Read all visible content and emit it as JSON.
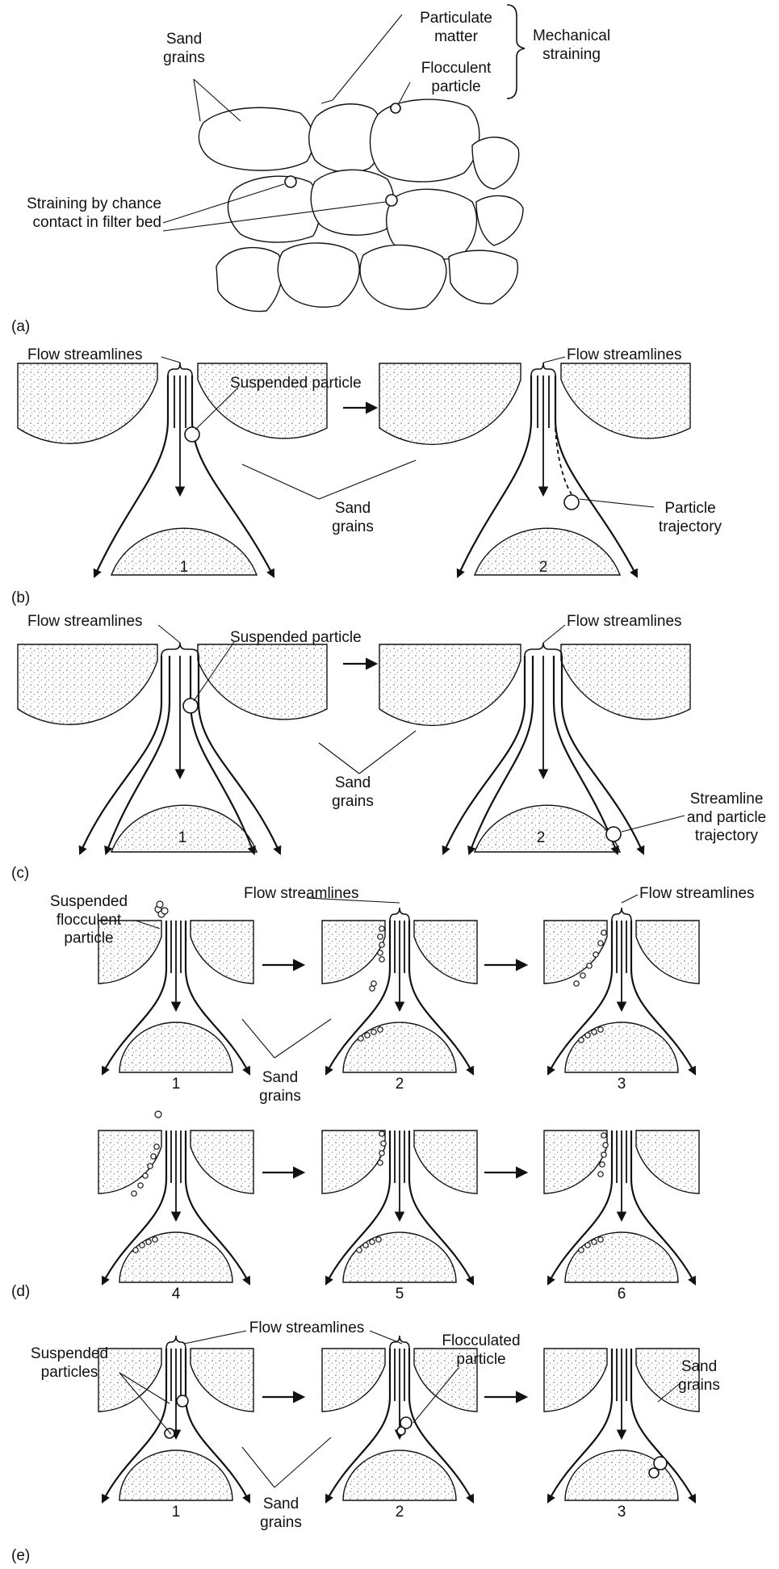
{
  "panels": {
    "a": {
      "tag": "(a)",
      "sand_grains": "Sand\ngrains",
      "particulate_matter": "Particulate\nmatter",
      "flocculent_particle": "Flocculent\nparticle",
      "mechanical_straining": "Mechanical\nstraining",
      "chance_contact": "Straining by chance\ncontact in filter bed"
    },
    "b": {
      "tag": "(b)",
      "flow_streamlines_left": "Flow streamlines",
      "flow_streamlines_right": "Flow streamlines",
      "suspended_particle": "Suspended particle",
      "sand_grains": "Sand\ngrains",
      "particle_trajectory": "Particle\ntrajectory",
      "step_1": "1",
      "step_2": "2"
    },
    "c": {
      "tag": "(c)",
      "flow_streamlines_left": "Flow streamlines",
      "flow_streamlines_right": "Flow streamlines",
      "suspended_particle": "Suspended particle",
      "sand_grains": "Sand\ngrains",
      "streamline_trajectory": "Streamline\nand particle\ntrajectory",
      "step_1": "1",
      "step_2": "2"
    },
    "d": {
      "tag": "(d)",
      "suspended_flocculent": "Suspended\nflocculent\nparticle",
      "flow_streamlines_mid": "Flow streamlines",
      "flow_streamlines_right": "Flow streamlines",
      "sand_grains": "Sand\ngrains",
      "steps": [
        "1",
        "2",
        "3",
        "4",
        "5",
        "6"
      ]
    },
    "e": {
      "tag": "(e)",
      "flow_streamlines": "Flow streamlines",
      "suspended_particles": "Suspended\nparticles",
      "flocculated_particle": "Flocculated\nparticle",
      "sand_grains_right": "Sand\ngrains",
      "sand_grains_bottom": "Sand\ngrains",
      "steps": [
        "1",
        "2",
        "3"
      ]
    }
  }
}
